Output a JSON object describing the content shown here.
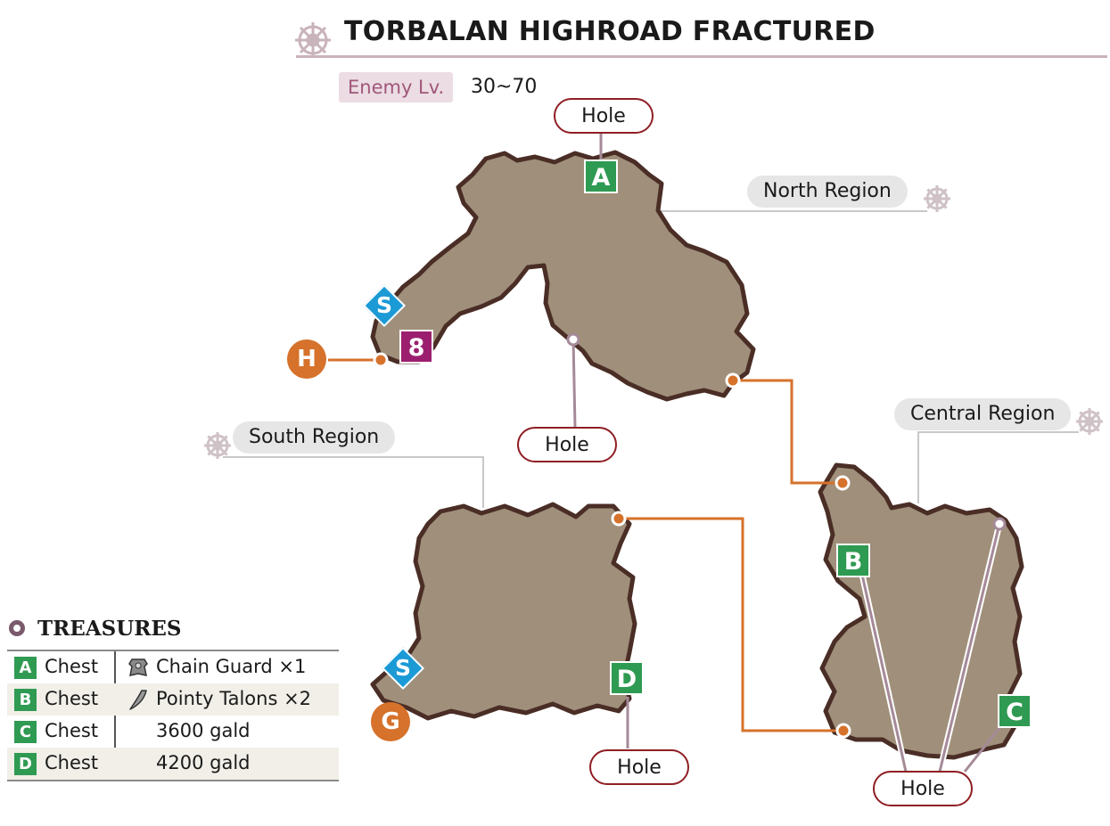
{
  "header": {
    "title": "TORBALAN HIGHROAD FRACTURED",
    "title_icon": "gear-emblem-icon",
    "enemy_level_label": "Enemy Lv.",
    "enemy_level_value": "30~70"
  },
  "regions": {
    "north": "North Region",
    "central": "Central Region",
    "south": "South Region"
  },
  "holes": {
    "top": "Hole",
    "north_middle": "Hole",
    "south_bottom": "Hole",
    "central_bottom": "Hole"
  },
  "markers": {
    "A": "A",
    "B": "B",
    "C": "C",
    "D": "D",
    "save_north": "S",
    "save_south": "S",
    "entrance_h": "H",
    "goal_g": "G",
    "event_number": "8"
  },
  "treasures": {
    "heading": "TREASURES",
    "rows": [
      {
        "letter": "A",
        "type": "Chest",
        "icon": "chain-guard-icon",
        "item": "Chain Guard ×1"
      },
      {
        "letter": "B",
        "type": "Chest",
        "icon": "pointy-talon-icon",
        "item": "Pointy Talons ×2"
      },
      {
        "letter": "C",
        "type": "Chest",
        "icon": "",
        "item": "3600 gald"
      },
      {
        "letter": "D",
        "type": "Chest",
        "icon": "",
        "item": "4200 gald"
      }
    ]
  },
  "colors": {
    "land": "#a08f7a",
    "land_border": "#4a2e26",
    "chest": "#2f9a52",
    "save": "#1b9ad6",
    "event": "#9b1f6e",
    "route": "#d6722b",
    "hole_border": "#8f1e24",
    "connector": "#a58a98"
  }
}
